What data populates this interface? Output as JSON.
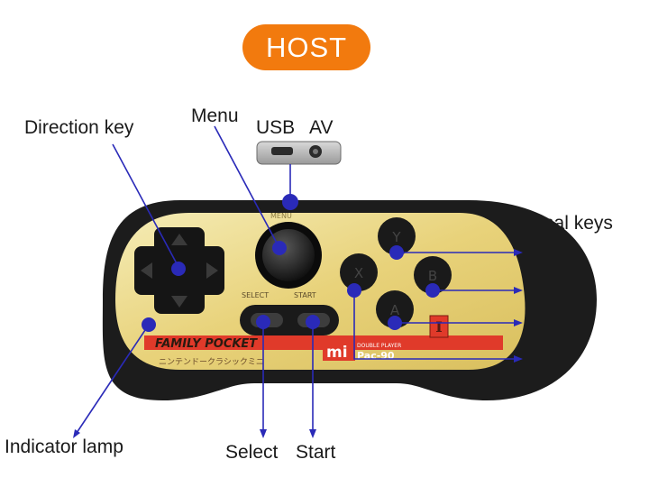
{
  "host_label": "HOST",
  "labels": {
    "direction_key": "Direction key",
    "menu": "Menu",
    "usb": "USB",
    "av": "AV",
    "functional_keys": "Functional keys",
    "y": "Y",
    "b": "B",
    "a": "A",
    "x": "X",
    "indicator_lamp": "Indicator lamp",
    "select": "Select",
    "start": "Start"
  },
  "device_print": {
    "menu": "MENU",
    "select": "SELECT",
    "start": "START",
    "brand": "FAMILY POCKET",
    "subtitle": "ニンテンドークラシックミニ",
    "model_small": "DOUBLE PLAYER",
    "model": "Pac-90",
    "logo": "mi",
    "button_y": "Y",
    "button_x": "X",
    "button_b": "B",
    "button_a": "A",
    "badge": "I"
  },
  "colors": {
    "accent": "#f27a0e",
    "pointer": "#2a2ab8",
    "body": "#1c1c1c",
    "faceplate": "#e9d98a",
    "stripe": "#e03a2a"
  }
}
